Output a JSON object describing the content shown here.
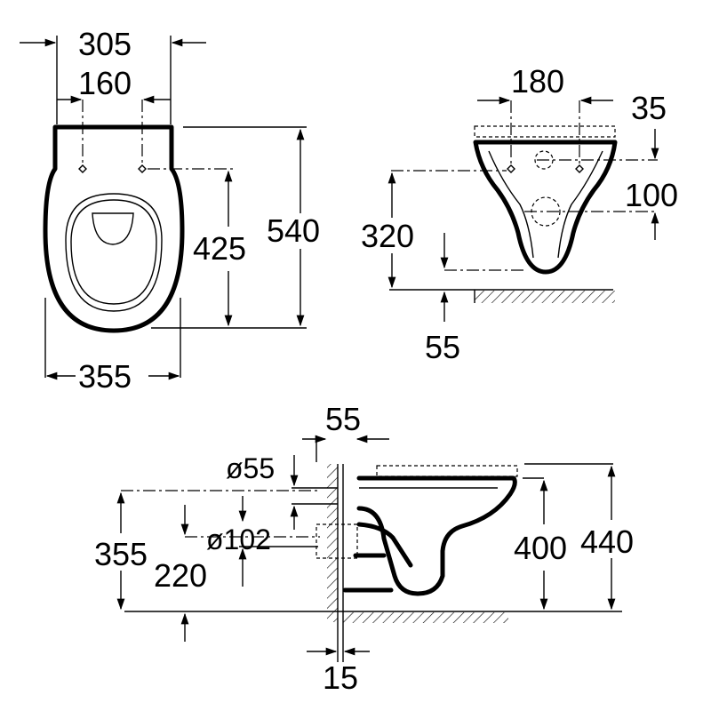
{
  "dimensions": {
    "top_view": {
      "overall_width": "305",
      "hole_spacing": "160",
      "hole_to_front": "425",
      "overall_length": "540",
      "seat_width": "355"
    },
    "front_view": {
      "hole_spacing": "180",
      "offset_top": "35",
      "offset_vertical": "100",
      "height_to_axis": "320",
      "bottom_clearance": "55"
    },
    "side_view": {
      "wall_offset": "55",
      "inlet_diameter": "ø55",
      "outlet_diameter": "ø102",
      "inlet_height": "355",
      "outlet_height": "220",
      "bowl_height": "400",
      "total_height": "440",
      "wall_thickness": "15"
    }
  }
}
